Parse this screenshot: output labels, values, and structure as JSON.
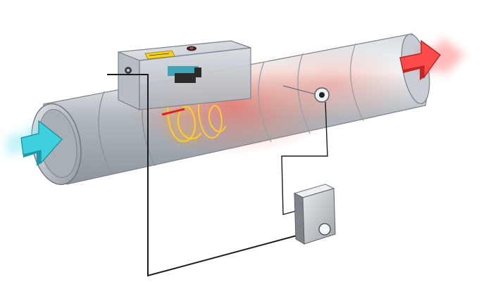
{
  "diagram": {
    "labels": [],
    "components": [
      {
        "name": "air-inlet-arrow",
        "color": "#3fd0e0"
      },
      {
        "name": "air-outlet-arrow",
        "color": "#ff4a4a"
      },
      {
        "name": "circular-duct",
        "color": "#b8bdc4"
      },
      {
        "name": "electric-heater-box",
        "color": "#c9ced6"
      },
      {
        "name": "heating-coil",
        "color": "#ffb100"
      },
      {
        "name": "duct-temperature-sensor",
        "color": "#e8edf2"
      },
      {
        "name": "wall-controller",
        "color": "#9a9ea4"
      }
    ]
  }
}
